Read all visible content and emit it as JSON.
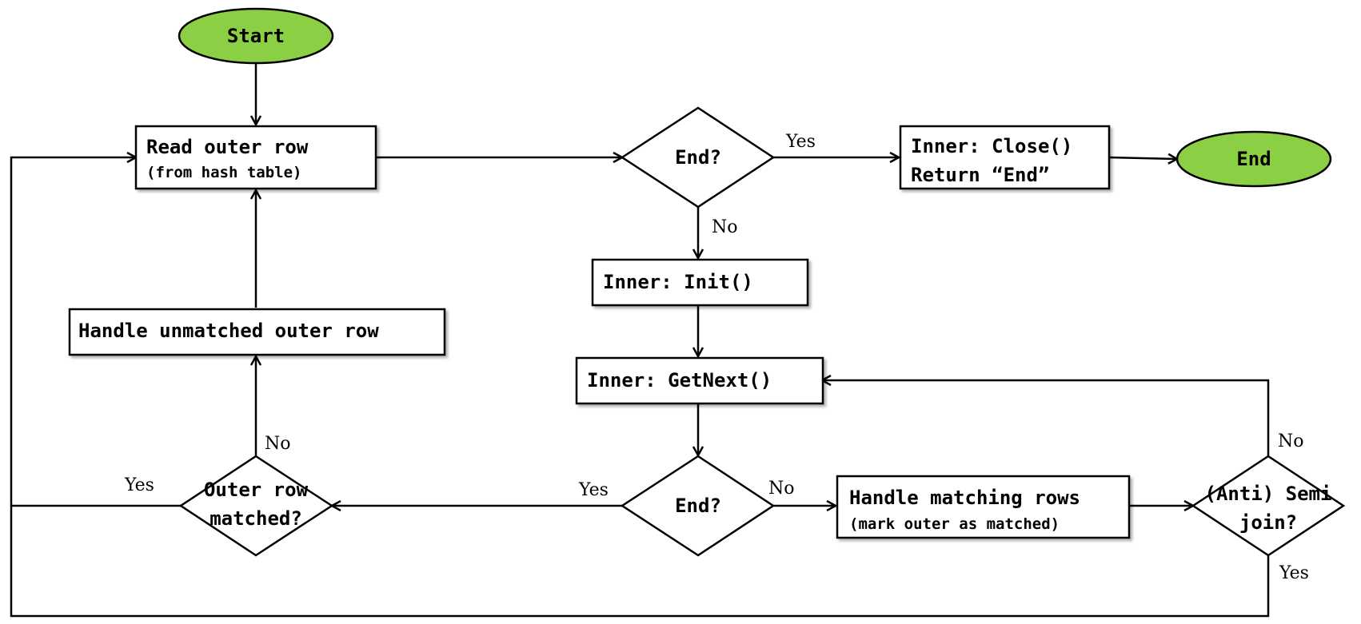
{
  "colors": {
    "terminal_fill": "#8bcf44",
    "stroke": "#000000",
    "box_fill": "#ffffff",
    "shadow": "#b0b0b0"
  },
  "nodes": {
    "start": "Start",
    "end_terminal": "End",
    "read_outer": {
      "line1": "Read outer row",
      "line2": "(from hash table)"
    },
    "end_q1": "End?",
    "close": {
      "line1": "Inner: Close()",
      "line2": "Return “End”"
    },
    "init": "Inner: Init()",
    "getnext": "Inner: GetNext()",
    "end_q2": "End?",
    "handle_matching": {
      "line1": "Handle matching rows",
      "line2": "(mark outer as matched)"
    },
    "anti_semi": {
      "line1": "(Anti) Semi",
      "line2": "join?"
    },
    "outer_matched": {
      "line1": "Outer row",
      "line2": "matched?"
    },
    "handle_unmatched": "Handle unmatched outer row"
  },
  "edge_labels": {
    "yes": "Yes",
    "no": "No"
  }
}
